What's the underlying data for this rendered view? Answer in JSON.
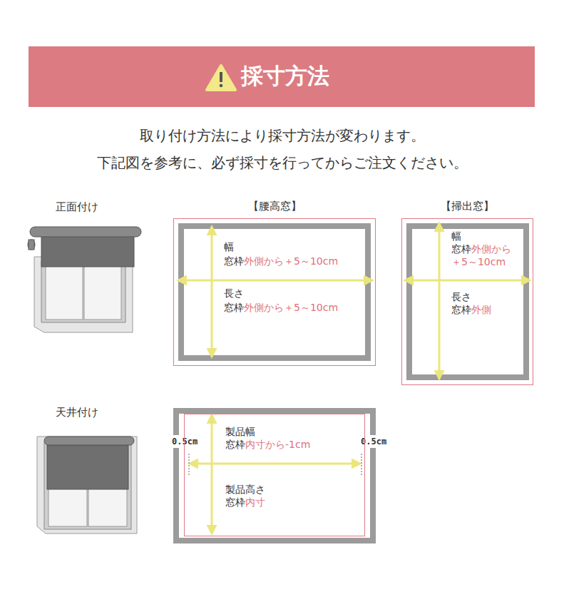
{
  "diagram": {
    "title": "採寸方法",
    "nodes": [
      {
        "text": [
          "【腰高窓】",
          "幅",
          "窓枠",
          "外側から＋5～10cm",
          "長さ",
          "窓枠",
          "外側から＋5～10cm"
        ]
      },
      {
        "text": [
          "【掃出窓】",
          "幅",
          "窓枠",
          "外側から ＋5～10cm",
          "長さ",
          "窓枠",
          "外側"
        ]
      },
      {
        "text": [
          "製品幅",
          "窓枠",
          "内寸から-1cm",
          "製品高さ",
          "窓枠",
          "内寸"
        ]
      }
    ],
    "labels": [
      "取り付け方法により採寸方法が変わります。",
      "下記図を参考に、必ず採寸を行ってからご注文ください。",
      "正面付け",
      "天井付け",
      "0.5cm",
      "0.5cm"
    ]
  }
}
